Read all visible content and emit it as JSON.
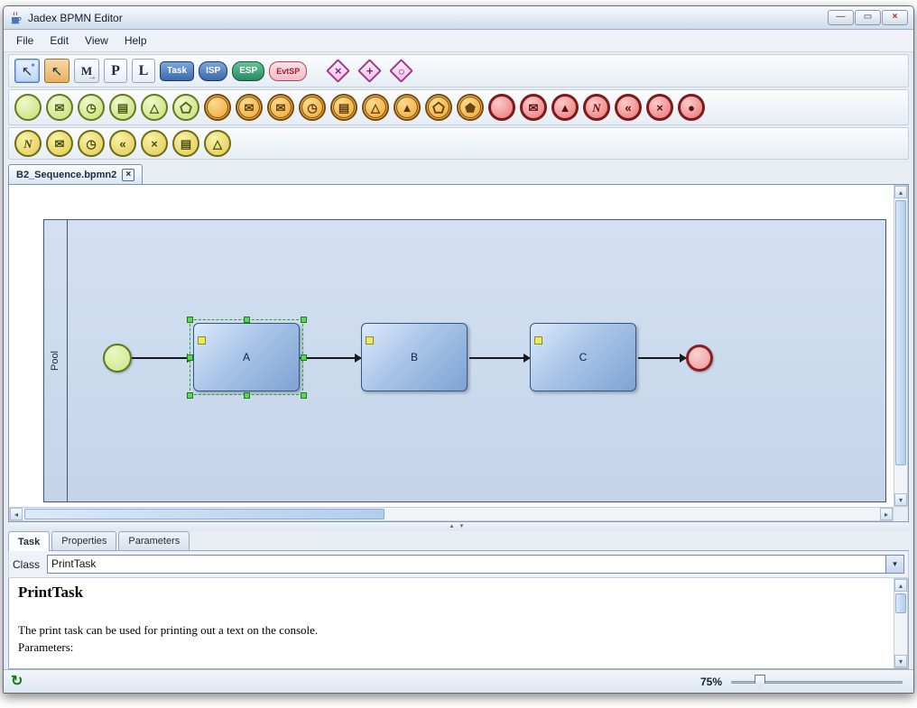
{
  "window": {
    "title": "Jadex BPMN Editor",
    "minimize_glyph": "—",
    "maximize_glyph": "▭",
    "close_glyph": "×"
  },
  "menu": {
    "items": [
      "File",
      "Edit",
      "View",
      "Help"
    ]
  },
  "tools": {
    "select_glyph": "↖",
    "select_spark": "✶",
    "edit_glyph": "↖",
    "message_label": "M",
    "message_arrow": "→",
    "pool_label": "P",
    "lane_label": "L",
    "task_label": "Task",
    "isp_label": "ISP",
    "esp_label": "ESP",
    "evtsp_label": "EvtSP",
    "gateways": [
      {
        "name": "gateway-xor",
        "glyph": "×"
      },
      {
        "name": "gateway-parallel",
        "glyph": "+"
      },
      {
        "name": "gateway-inclusive",
        "glyph": "○"
      }
    ]
  },
  "events_row1": {
    "icons": [
      {
        "name": "start-event",
        "glyph": ""
      },
      {
        "name": "start-message-event",
        "glyph": "✉"
      },
      {
        "name": "start-timer-event",
        "glyph": "◷"
      },
      {
        "name": "start-rule-event",
        "glyph": "▤"
      },
      {
        "name": "start-signal-event",
        "glyph": "△"
      },
      {
        "name": "start-multiple-event",
        "glyph": ""
      },
      {
        "name": "intermediate-event",
        "glyph": ""
      },
      {
        "name": "intermediate-message-catch-event",
        "glyph": "✉"
      },
      {
        "name": "intermediate-message-throw-event",
        "glyph": "✉"
      },
      {
        "name": "intermediate-timer-event",
        "glyph": "◷"
      },
      {
        "name": "intermediate-rule-event",
        "glyph": "▤"
      },
      {
        "name": "intermediate-signal-catch-event",
        "glyph": "△"
      },
      {
        "name": "intermediate-signal-throw-event",
        "glyph": "▲"
      },
      {
        "name": "intermediate-multiple-catch-event",
        "glyph": ""
      },
      {
        "name": "intermediate-multiple-throw-event",
        "glyph": ""
      },
      {
        "name": "end-event",
        "glyph": ""
      },
      {
        "name": "end-message-event",
        "glyph": "✉"
      },
      {
        "name": "end-signal-event",
        "glyph": "▲"
      },
      {
        "name": "end-error-event",
        "glyph": "N"
      },
      {
        "name": "end-compensation-event",
        "glyph": "«"
      },
      {
        "name": "end-cancel-event",
        "glyph": "×"
      },
      {
        "name": "end-terminate-event",
        "glyph": "●"
      }
    ]
  },
  "events_row2": {
    "icons": [
      {
        "name": "boundary-error-event",
        "glyph": "N"
      },
      {
        "name": "boundary-message-event",
        "glyph": "✉"
      },
      {
        "name": "boundary-timer-event",
        "glyph": "◷"
      },
      {
        "name": "boundary-compensation-event",
        "glyph": "«"
      },
      {
        "name": "boundary-cancel-event",
        "glyph": "×"
      },
      {
        "name": "boundary-rule-event",
        "glyph": "▤"
      },
      {
        "name": "boundary-signal-event",
        "glyph": "△"
      }
    ]
  },
  "ui": {
    "up": "▴",
    "down": "▾",
    "left": "◂",
    "right": "▸"
  },
  "doc_tab": {
    "label": "B2_Sequence.bpmn2",
    "close": "×"
  },
  "canvas": {
    "pool_label": "Pool",
    "tasks": [
      {
        "label": "A"
      },
      {
        "label": "B"
      },
      {
        "label": "C"
      }
    ]
  },
  "panel": {
    "tabs": [
      "Task",
      "Properties",
      "Parameters"
    ],
    "active_tab": "Task",
    "class_label": "Class",
    "class_value": "PrintTask",
    "doc_title": "PrintTask",
    "doc_body": "The print task can be used for printing out a text on the console.",
    "doc_params": "Parameters:"
  },
  "status": {
    "reload_glyph": "↻",
    "zoom": "75%"
  },
  "colors": {
    "pool_fill": "#c9d9ee",
    "task_fill": "#8fb0dc",
    "task_border": "#35567f",
    "start_fill": "#cde68a",
    "end_fill": "#ee9a9a",
    "green_event": "#c3df72",
    "orange_event": "#eba42c",
    "red_event": "#e87676",
    "yellow_event": "#dfca50",
    "selection_green": "#58d858",
    "accent_blue": "#4a78c0"
  }
}
